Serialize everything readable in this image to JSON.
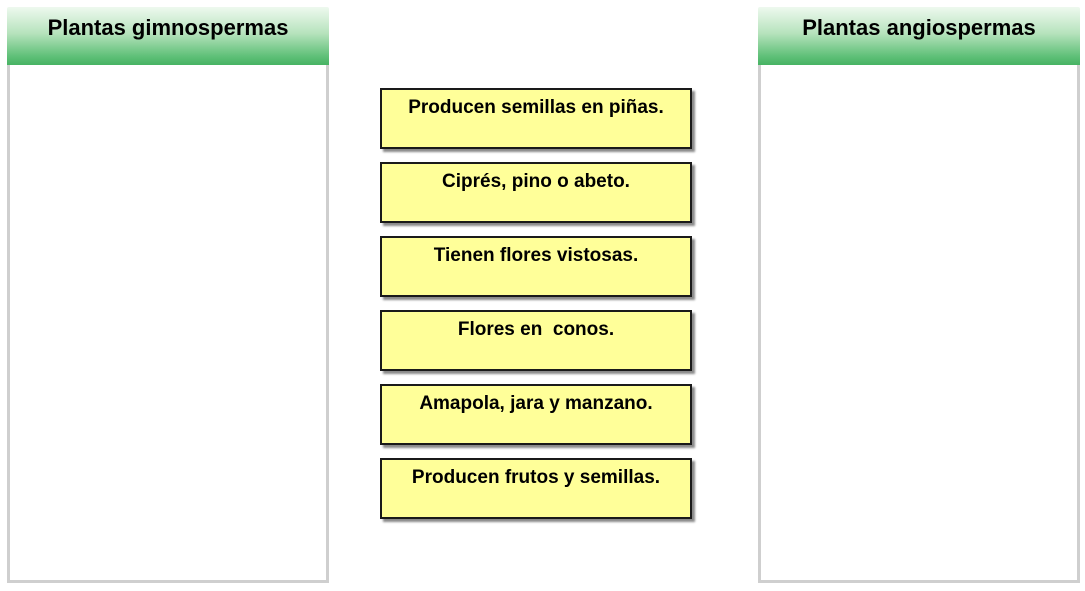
{
  "columns": {
    "left": {
      "title": "Plantas gimnospermas"
    },
    "right": {
      "title": "Plantas angiospermas"
    }
  },
  "cards": [
    {
      "label": "Producen semillas en piñas."
    },
    {
      "label": "Ciprés, pino o abeto."
    },
    {
      "label": "Tienen flores vistosas."
    },
    {
      "label": "Flores en  conos."
    },
    {
      "label": "Amapola, jara y manzano."
    },
    {
      "label": "Producen frutos y semillas."
    }
  ],
  "colors": {
    "header_green": "#47b363",
    "card_yellow": "#ffff99",
    "column_border": "#cfcfcf"
  }
}
